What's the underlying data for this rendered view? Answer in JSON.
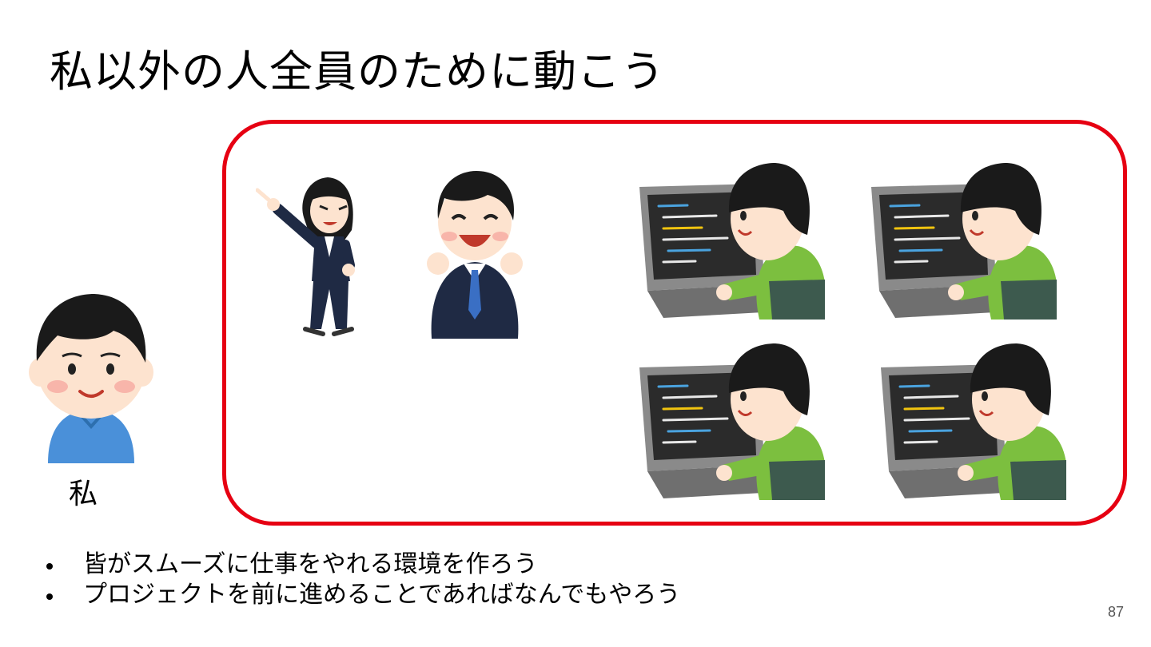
{
  "slide": {
    "title": "私以外の人全員のために動こう",
    "me_label": "私",
    "bullets": [
      "皆がスムーズに仕事をやれる環境を作ろう",
      "プロジェクトを前に進めることであればなんでもやろう"
    ],
    "page_number": "87"
  },
  "colors": {
    "frame": "#e60012",
    "suit": "#1f2a44",
    "shirt_blue": "#4a90d9",
    "shirt_green": "#7cbf3f",
    "laptop": "#8a8a8a",
    "screen": "#2b2b2b",
    "skin": "#fde3cf",
    "hair": "#1a1a1a"
  },
  "illustrations": {
    "me": "person-icon",
    "team": [
      "manager-woman-icon",
      "happy-businessman-icon",
      "programmer-icon",
      "programmer-icon",
      "programmer-icon",
      "programmer-icon"
    ]
  }
}
